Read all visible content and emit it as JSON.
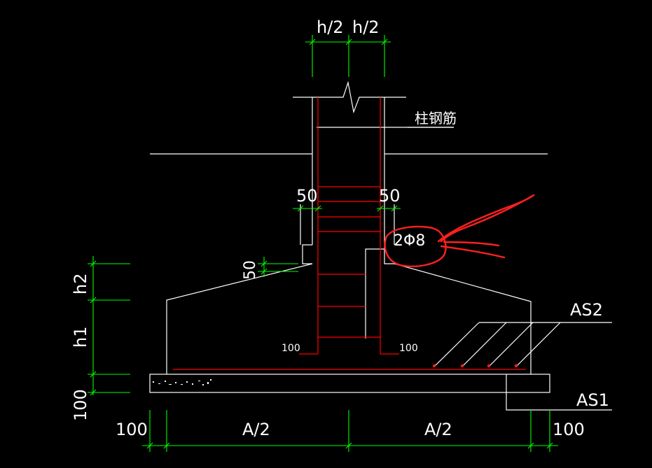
{
  "dims": {
    "top_left": "h/2",
    "top_right": "h/2",
    "left_50": "50",
    "right_50": "50",
    "side_50": "50",
    "h1": "h1",
    "h2": "h2",
    "base_100": "100",
    "bottom_left_100": "100",
    "bottom_right_100": "100",
    "a_half_left": "A/2",
    "a_half_right": "A/2"
  },
  "labels": {
    "column_rebar": "柱钢筋",
    "stirrup": "2Φ8",
    "as1": "AS1",
    "as2": "AS2",
    "hook_left": "100",
    "hook_right": "100"
  },
  "colors": {
    "background": "#000000",
    "outline": "#ffffff",
    "dimension": "#00ff00",
    "rebar": "#ff0000",
    "annotation": "#ff2020"
  }
}
